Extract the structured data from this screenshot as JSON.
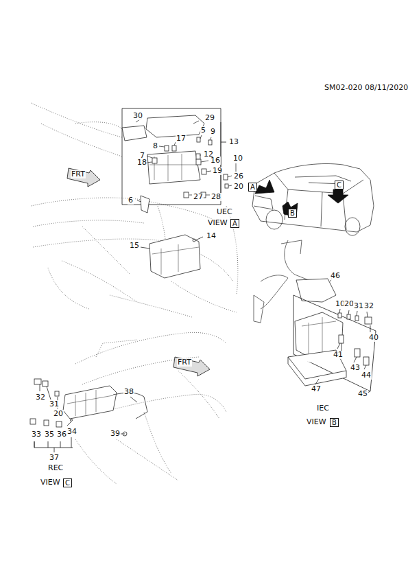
{
  "diagram": {
    "nodes": [
      {
        "text": [
          "A"
        ]
      },
      {
        "text": [
          "B"
        ]
      },
      {
        "text": [
          "C"
        ]
      },
      {
        "text": [
          "A"
        ]
      },
      {
        "text": [
          "B"
        ]
      },
      {
        "text": [
          "C"
        ]
      }
    ],
    "labels": [
      "SM02-020 08/11/2020",
      "30",
      "29",
      "5",
      "9",
      "13",
      "17",
      "8",
      "7",
      "12",
      "18",
      "16",
      "19",
      "10",
      "26",
      "20",
      "27",
      "28",
      "6",
      "UEC",
      "VIEW",
      "15",
      "14",
      "FRT",
      "46",
      "10",
      "20",
      "31",
      "32",
      "40",
      "41",
      "43",
      "44",
      "47",
      "45",
      "IEC",
      "VIEW",
      "FRT",
      "32",
      "31",
      "20",
      "38",
      "33",
      "35",
      "36",
      "34",
      "39",
      "37",
      "REC",
      "VIEW"
    ]
  }
}
